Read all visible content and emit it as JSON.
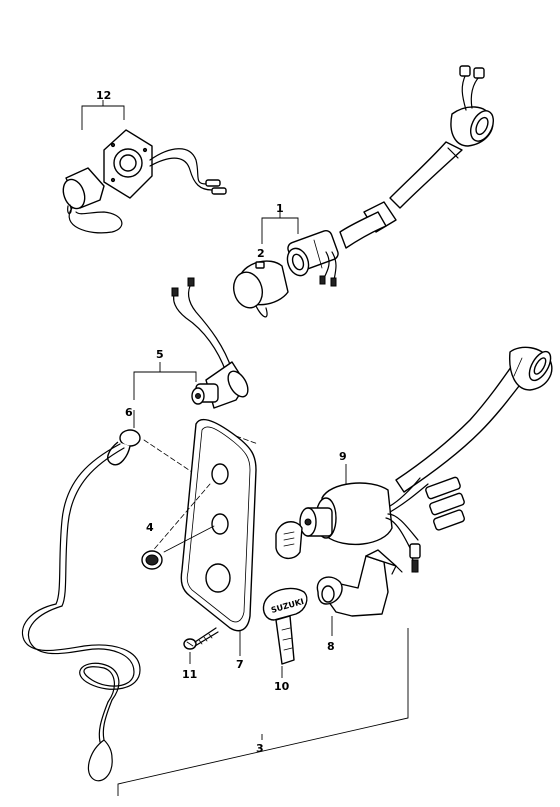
{
  "callouts": {
    "c1": "1",
    "c2": "2",
    "c3": "3",
    "c4": "4",
    "c5": "5",
    "c6": "6",
    "c7": "7",
    "c8": "8",
    "c9": "9",
    "c10": "10",
    "c11": "11",
    "c12": "12"
  },
  "key_brand": "SUZUKI"
}
